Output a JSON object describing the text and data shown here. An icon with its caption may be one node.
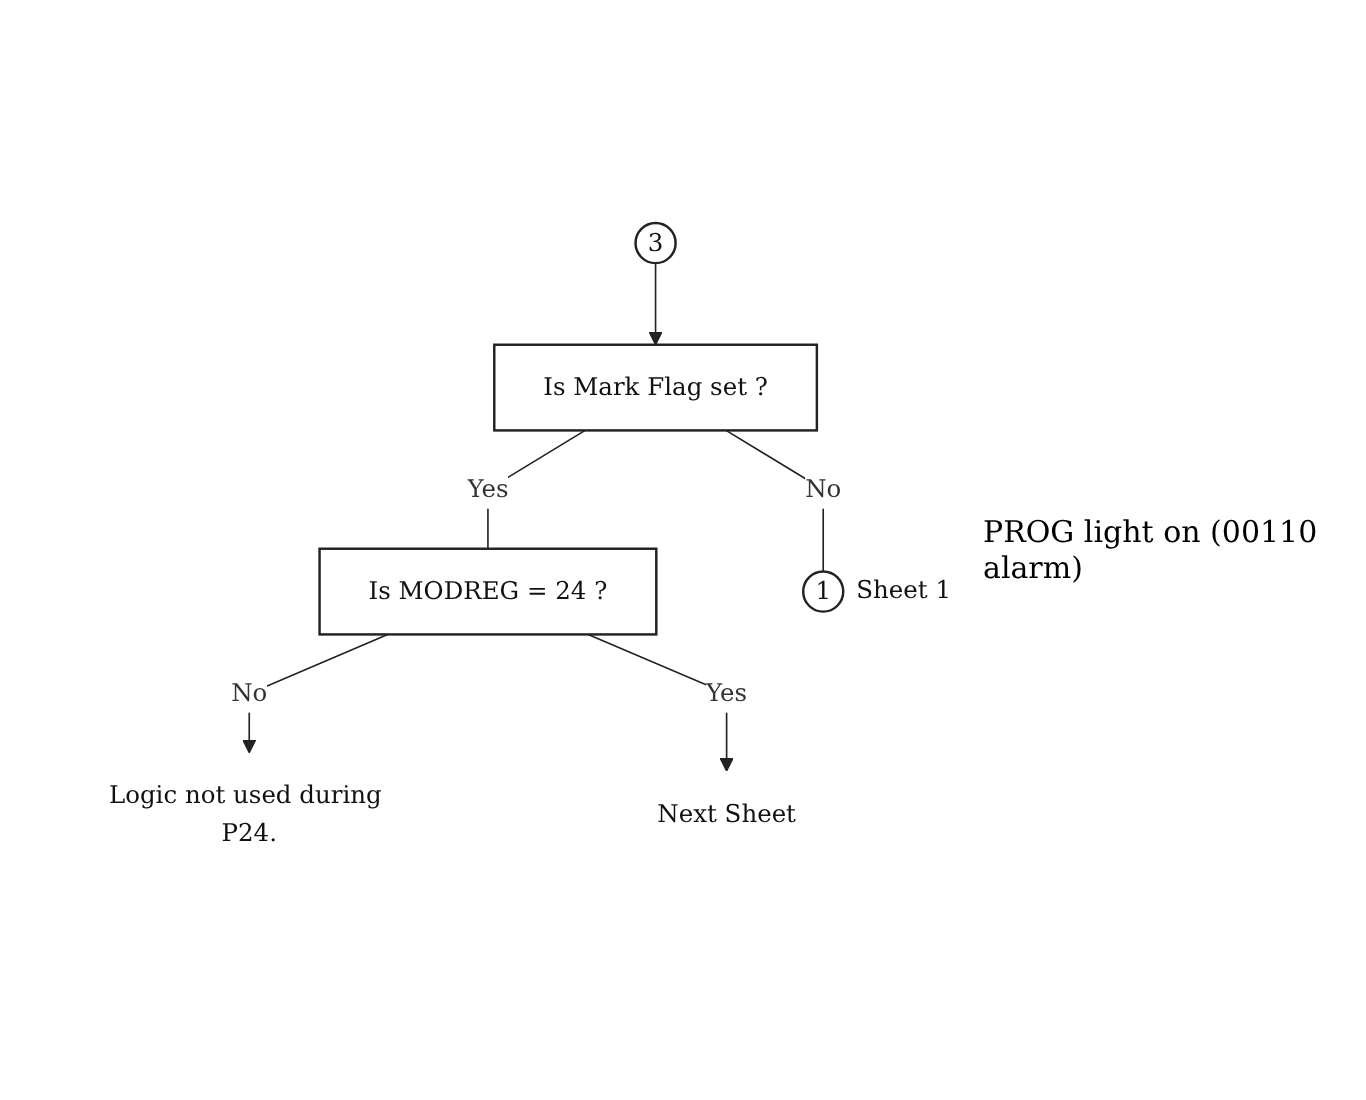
{
  "diagram": {
    "nodes": [
      {
        "text": [
          "3"
        ]
      },
      {
        "text": [
          "Is Mark Flag set ?"
        ]
      },
      {
        "text": [
          "1"
        ],
        "beside": [
          "Sheet 1"
        ]
      },
      {
        "text": [
          "Is MODREG = 24 ?"
        ]
      },
      {
        "text": [
          "Logic not used during P24."
        ]
      },
      {
        "text": [
          "Next Sheet"
        ]
      }
    ],
    "edges": [
      {
        "from": 0,
        "to": 1,
        "arrow": "to"
      },
      {
        "from": 1,
        "to": 3,
        "arrow": "none",
        "label": "Yes"
      },
      {
        "from": 1,
        "to": 2,
        "arrow": "none",
        "label": "No"
      },
      {
        "from": 3,
        "to": 4,
        "arrow": "to",
        "label": "No"
      },
      {
        "from": 3,
        "to": 5,
        "arrow": "to",
        "label": "Yes"
      }
    ],
    "labels": [
      "PROG light on (00110 alarm)"
    ]
  }
}
